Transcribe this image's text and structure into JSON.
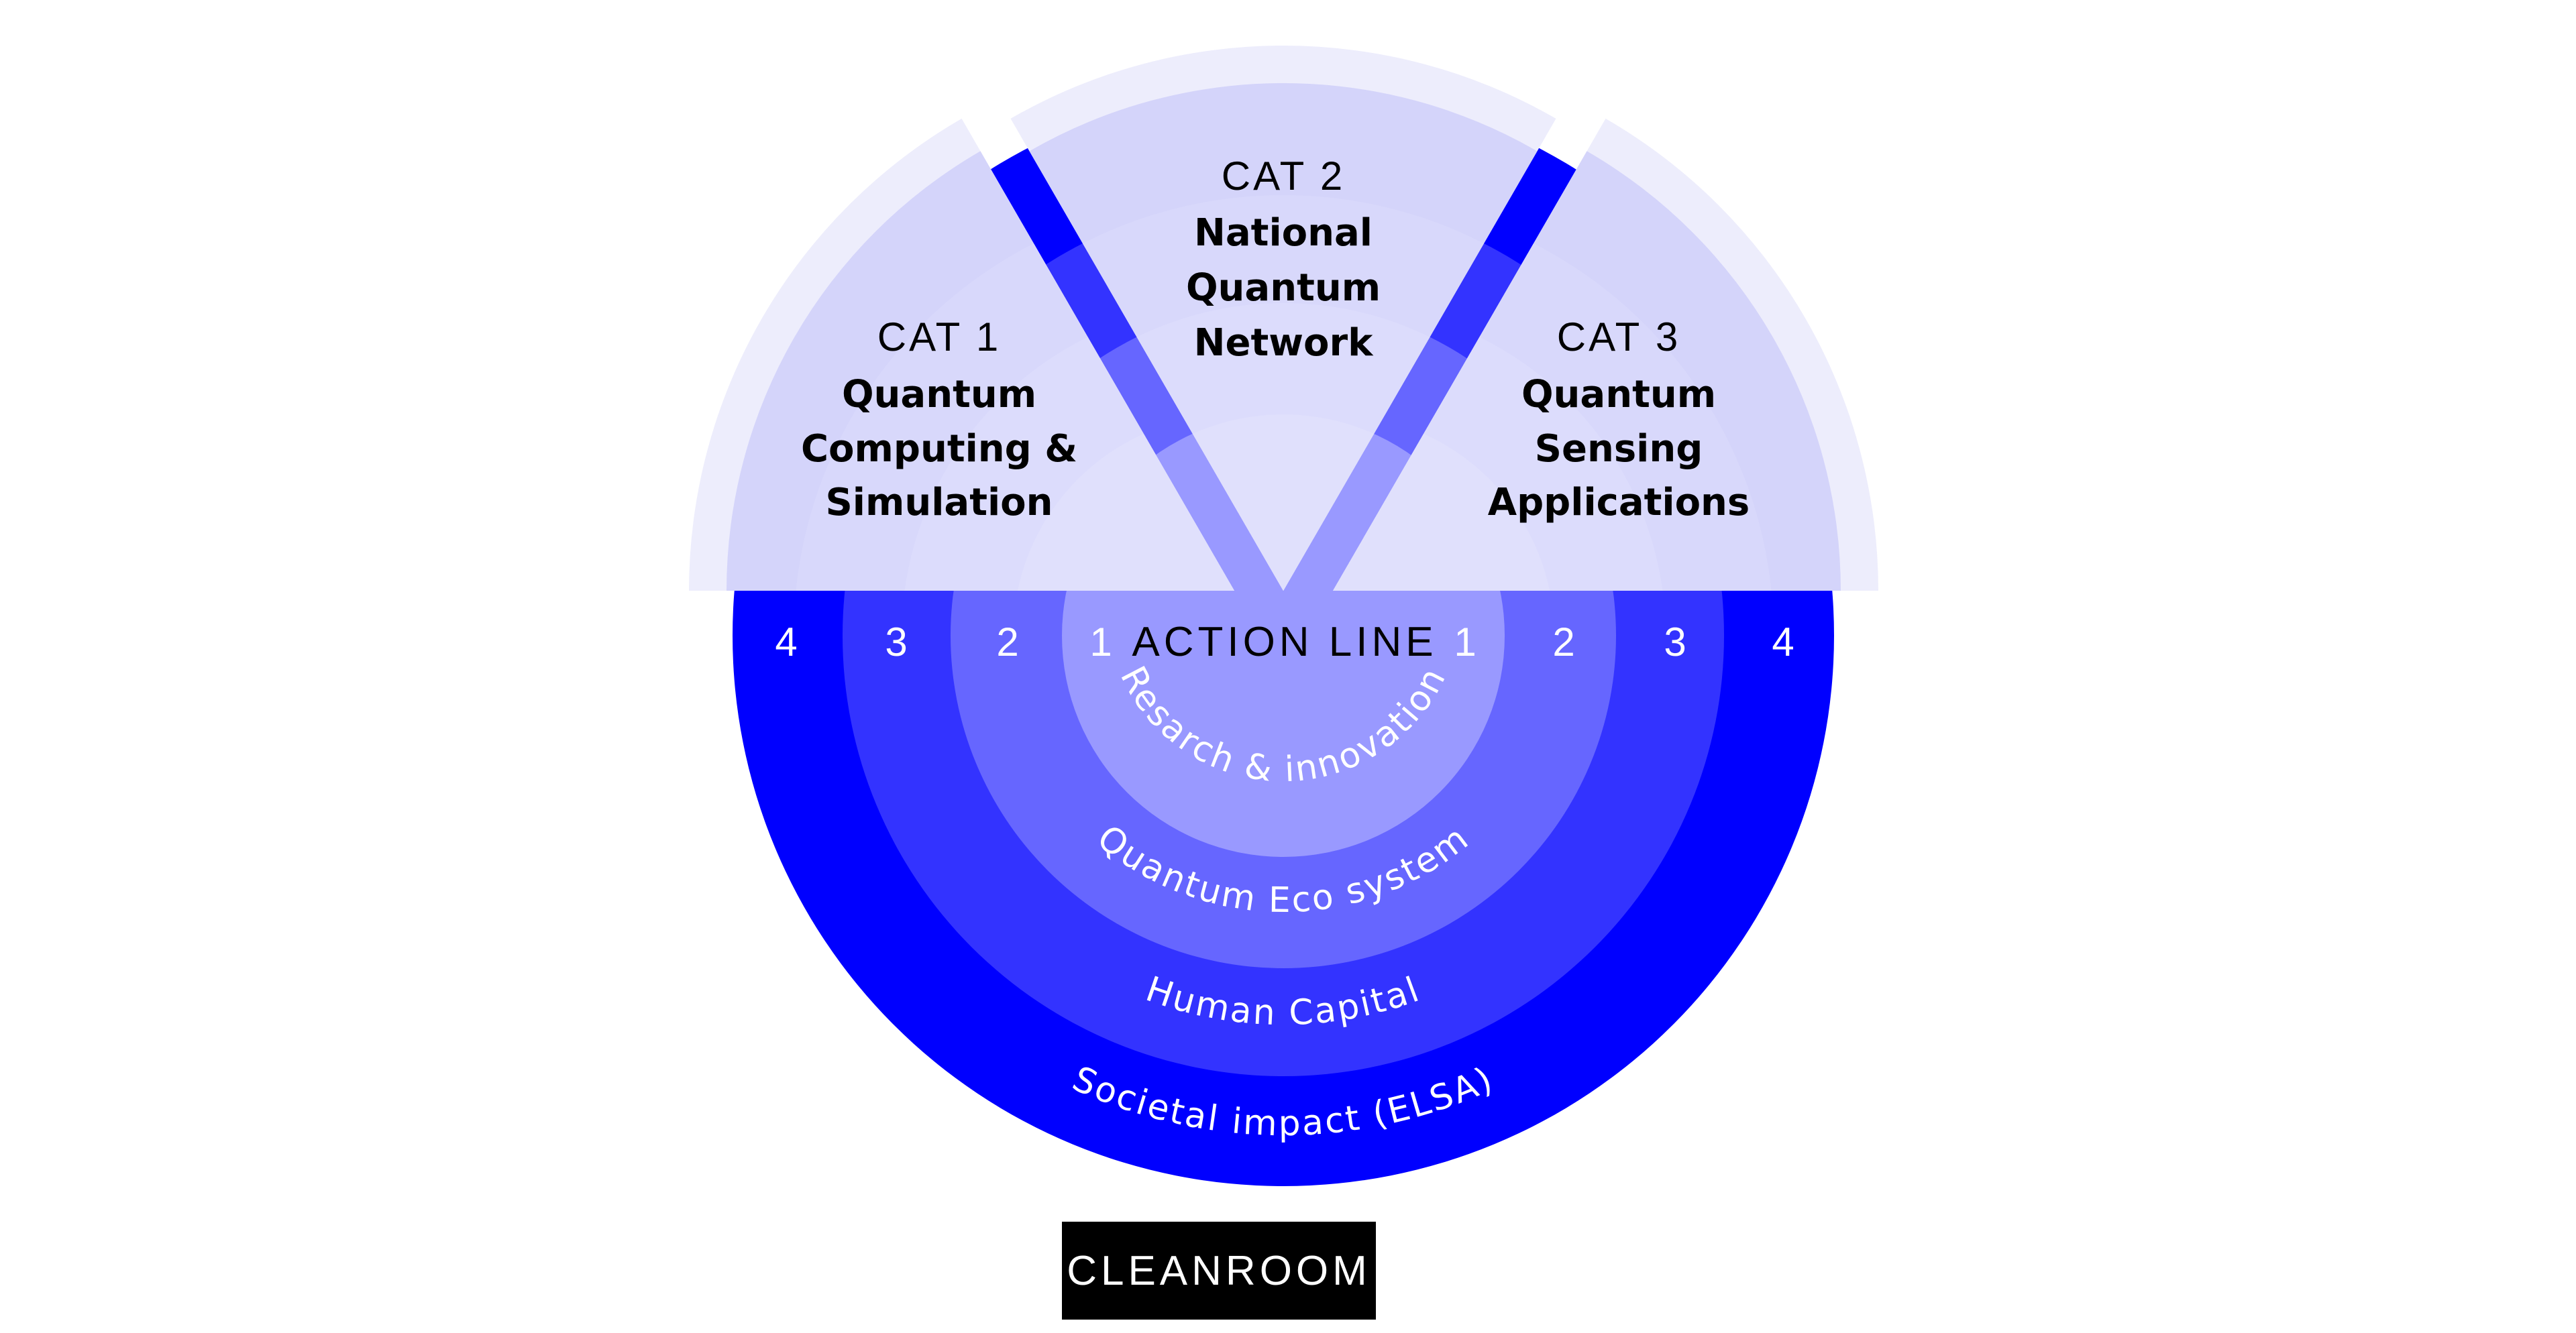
{
  "colors": {
    "ring4": "#0000FF",
    "ring3": "#3333FF",
    "ring2": "#6666FF",
    "ring1": "#9999FF",
    "wedge_outer_band": "#EDEDFC",
    "wedge_ring4": "#D4D4FA",
    "wedge_ring3": "#D8D8FB",
    "wedge_ring2": "#DCDCFC",
    "wedge_ring1": "#E0E0FC",
    "text_dark": "#000000",
    "text_light": "#FFFFFF",
    "cleanroom_bg": "#000000"
  },
  "categories": [
    {
      "id": "cat1",
      "label": "CAT 1",
      "title_lines": [
        "Quantum",
        "Computing &",
        "Simulation"
      ]
    },
    {
      "id": "cat2",
      "label": "CAT 2",
      "title_lines": [
        "National",
        "Quantum",
        "Network"
      ]
    },
    {
      "id": "cat3",
      "label": "CAT 3",
      "title_lines": [
        "Quantum",
        "Sensing",
        "Applications"
      ]
    }
  ],
  "action_line": {
    "title": "ACTION LINE",
    "left_numbers": [
      "4",
      "3",
      "2",
      "1"
    ],
    "right_numbers": [
      "1",
      "2",
      "3",
      "4"
    ]
  },
  "rings": [
    {
      "number": "1",
      "label": "Resarch & innovation"
    },
    {
      "number": "2",
      "label": "Quantum Eco system"
    },
    {
      "number": "3",
      "label": "Human Capital"
    },
    {
      "number": "4",
      "label": "Societal impact (ELSA)"
    }
  ],
  "footer": {
    "label": "CLEANROOM"
  }
}
